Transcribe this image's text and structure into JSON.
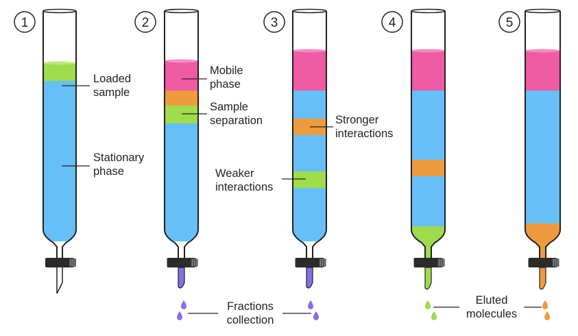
{
  "colors": {
    "stationary": "#66bff7",
    "mobile": "#ef5aa4",
    "green": "#9edc4c",
    "orange": "#ee9a3e",
    "purple": "#8073e6",
    "outline": "#231f20"
  },
  "columns": [
    {
      "number": "1"
    },
    {
      "number": "2"
    },
    {
      "number": "3"
    },
    {
      "number": "4"
    },
    {
      "number": "5"
    }
  ],
  "labels": {
    "loaded_sample": [
      "Loaded",
      "sample"
    ],
    "stationary_phase": [
      "Stationary",
      "phase"
    ],
    "mobile_phase": [
      "Mobile",
      "phase"
    ],
    "sample_separation": [
      "Sample",
      "separation"
    ],
    "stronger_interactions": [
      "Stronger",
      "interactions"
    ],
    "weaker_interactions": [
      "Weaker",
      "interactions"
    ],
    "fractions_collection": [
      "Fractions",
      "collection"
    ],
    "eluted_molecules": [
      "Eluted",
      "molecules"
    ]
  }
}
